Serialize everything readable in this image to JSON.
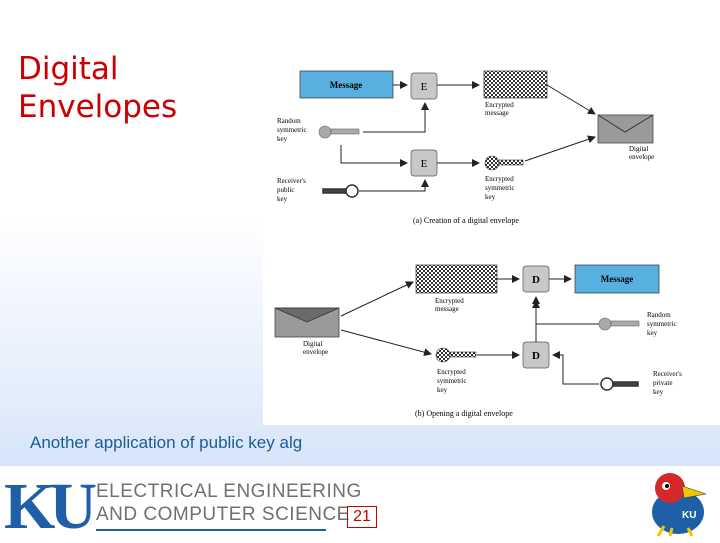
{
  "slide": {
    "title_line1": "Digital",
    "title_line2": "Envelopes",
    "caption": "Another application of public key alg"
  },
  "diagram_a": {
    "message": "Message",
    "e1": "E",
    "e2": "E",
    "random_key_label": [
      "Random",
      "symmetric",
      "key"
    ],
    "receiver_key_label": [
      "Receiver's",
      "public",
      "key"
    ],
    "encrypted_message": [
      "Encrypted",
      "message"
    ],
    "encrypted_key": [
      "Encrypted",
      "symmetric",
      "key"
    ],
    "digital_envelope": [
      "Digital",
      "envelope"
    ],
    "caption": "(a) Creation of a digital envelope"
  },
  "diagram_b": {
    "message": "Message",
    "d1": "D",
    "d2": "D",
    "encrypted_message": [
      "Encrypted",
      "message"
    ],
    "digital_envelope": [
      "Digital",
      "envelope"
    ],
    "encrypted_key": [
      "Encrypted",
      "symmetric",
      "key"
    ],
    "random_key_label": [
      "Random",
      "symmetric",
      "key"
    ],
    "receiver_key_label": [
      "Receiver's",
      "private",
      "key"
    ],
    "caption": "(b) Opening a digital envelope"
  },
  "footer": {
    "logo": "KU",
    "dept_line1": "ELECTRICAL ENGINEERING",
    "dept_line2": "AND COMPUTER SCIENCE",
    "page_number": "21"
  },
  "colors": {
    "title": "#cc0000",
    "message_box": "#57b0df",
    "process_box": "#c8c8c8",
    "ku_blue": "#1f5fa8"
  }
}
